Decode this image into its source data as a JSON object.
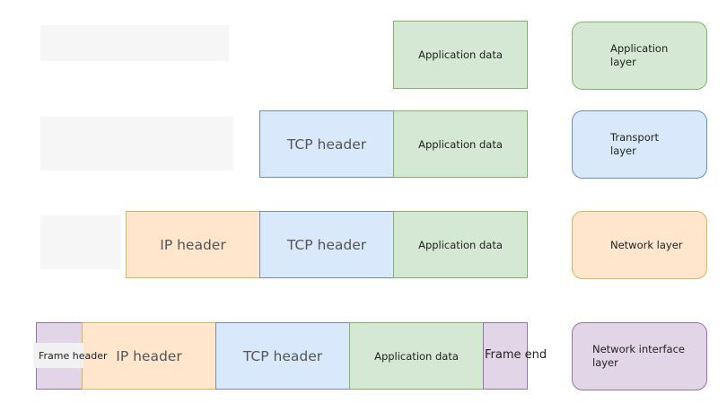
{
  "rows": {
    "application": {
      "app_data": "Application data"
    },
    "transport": {
      "tcp_header": "TCP header",
      "app_data": "Application data"
    },
    "network": {
      "ip_header": "IP header",
      "tcp_header": "TCP header",
      "app_data": "Application data"
    },
    "link": {
      "frame_header": "Frame header",
      "ip_header": "IP header",
      "tcp_header": "TCP header",
      "app_data": "Application data",
      "frame_end": "Frame end"
    }
  },
  "layers": {
    "application": {
      "line1": "Application",
      "line2": "layer"
    },
    "transport": {
      "line1": "Transport",
      "line2": "layer"
    },
    "network": {
      "line1": "Network layer",
      "line2": ""
    },
    "network_interface": {
      "line1": "Network interface",
      "line2": "layer"
    }
  },
  "colors": {
    "application_fill": "#d5e8d4",
    "application_stroke": "#82b366",
    "transport_fill": "#dae8fc",
    "transport_stroke": "#6c8ebf",
    "network_fill": "#ffe6cc",
    "network_stroke": "#d6b656",
    "link_fill": "#e1d5e7",
    "link_stroke": "#9673a6"
  }
}
